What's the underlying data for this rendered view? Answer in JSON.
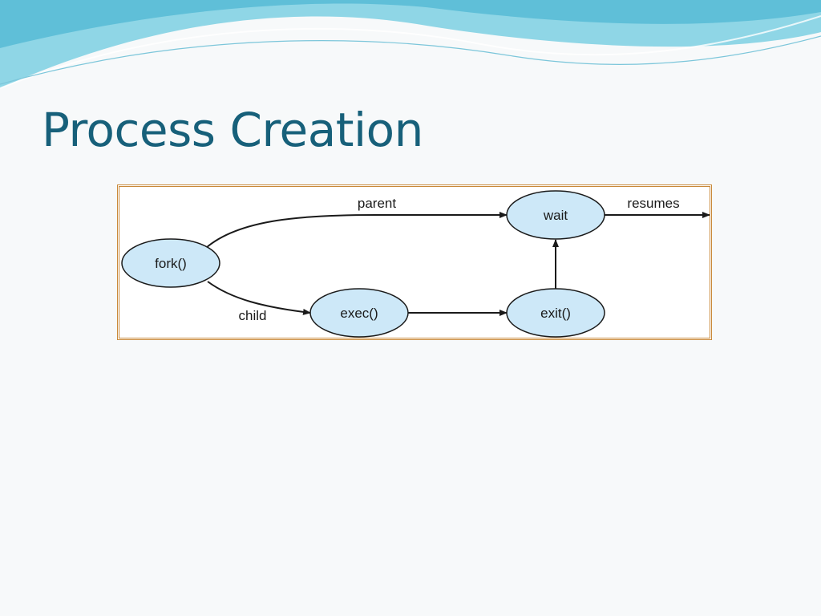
{
  "slide": {
    "title": "Process Creation"
  },
  "diagram": {
    "nodes": {
      "fork": "fork()",
      "wait": "wait",
      "exec": "exec()",
      "exit": "exit()"
    },
    "edges": {
      "parent": "parent",
      "child": "child",
      "resumes": "resumes"
    }
  },
  "colors": {
    "title": "#17607a",
    "node_fill": "#cde8f8",
    "frame_border": "#c9893a"
  }
}
